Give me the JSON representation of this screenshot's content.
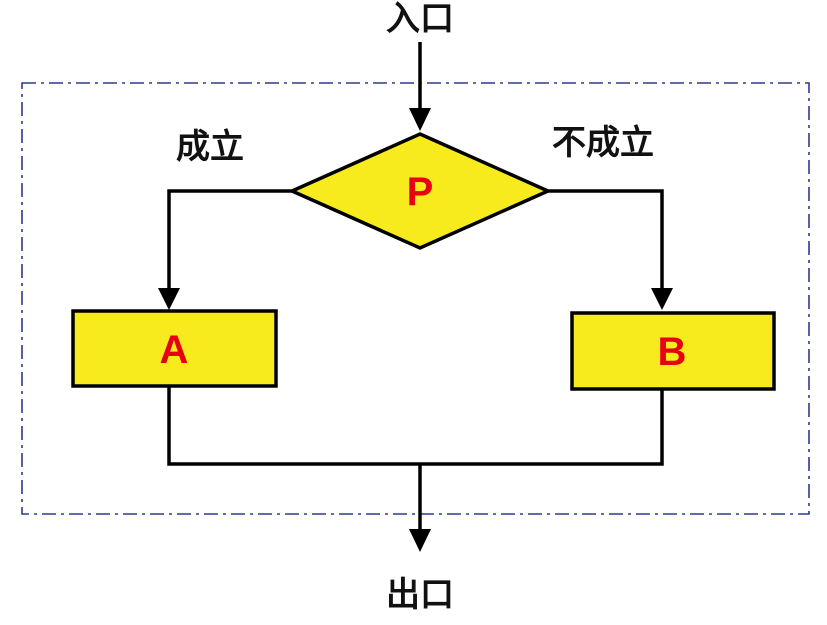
{
  "entry_label": "入口",
  "exit_label": "出口",
  "decision": {
    "label": "P",
    "true_branch_label": "成立",
    "false_branch_label": "不成立"
  },
  "process_a": {
    "label": "A"
  },
  "process_b": {
    "label": "B"
  },
  "colors": {
    "node_fill": "#f7eb1d",
    "node_text": "#e60012",
    "lines": "#000000",
    "boundary": "#2f3a8f"
  }
}
